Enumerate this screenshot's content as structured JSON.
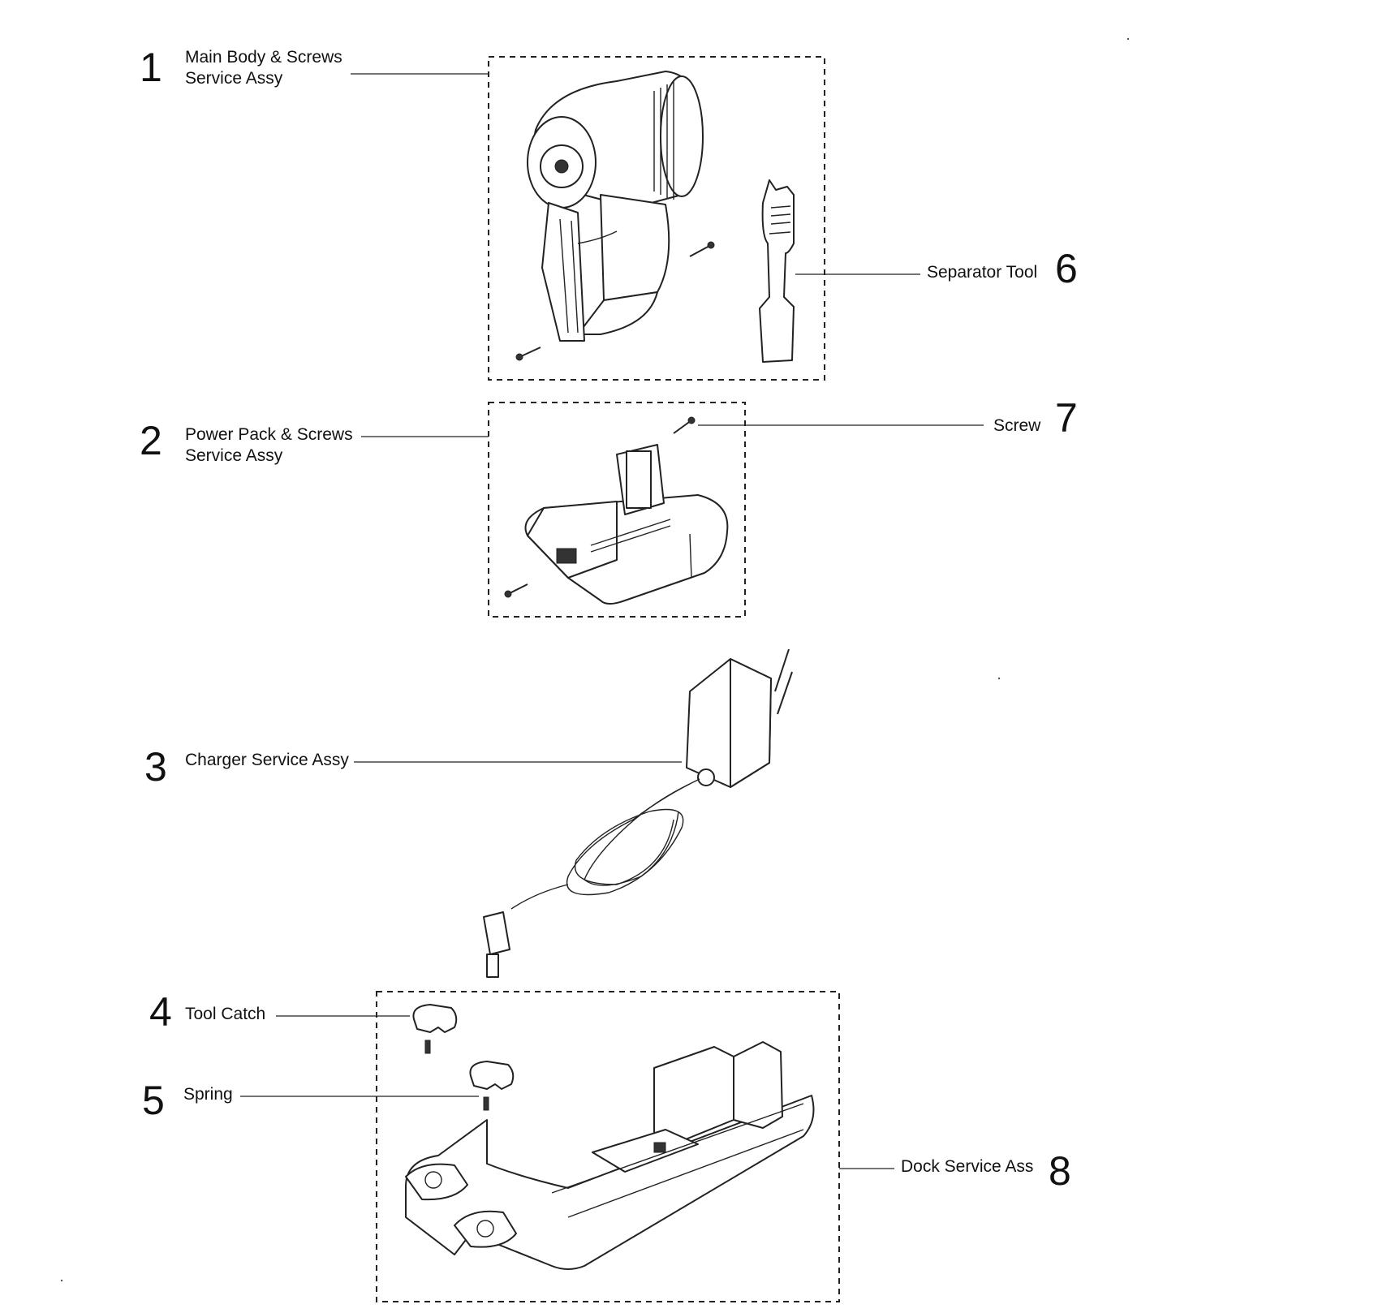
{
  "callouts": [
    {
      "number": "1",
      "label_line1": "Main Body & Screws",
      "label_line2": "Service Assy"
    },
    {
      "number": "2",
      "label_line1": "Power Pack & Screws",
      "label_line2": "Service Assy"
    },
    {
      "number": "3",
      "label_line1": "Charger Service Assy",
      "label_line2": ""
    },
    {
      "number": "4",
      "label_line1": "Tool Catch",
      "label_line2": ""
    },
    {
      "number": "5",
      "label_line1": "Spring",
      "label_line2": ""
    },
    {
      "number": "6",
      "label_line1": "Separator Tool",
      "label_line2": ""
    },
    {
      "number": "7",
      "label_line1": "Screw",
      "label_line2": ""
    },
    {
      "number": "8",
      "label_line1": "Dock Service Ass",
      "label_line2": ""
    }
  ]
}
